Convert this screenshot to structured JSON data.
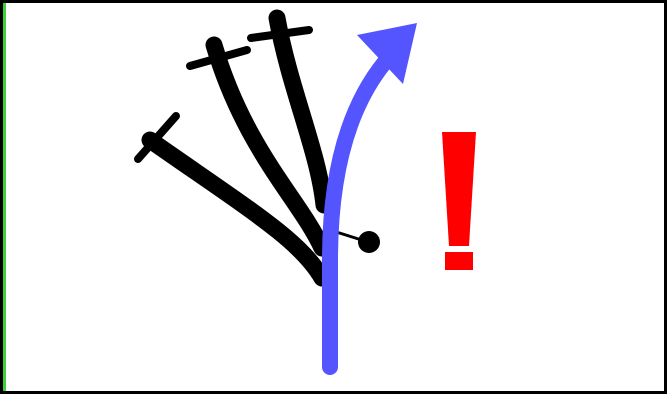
{
  "colors": {
    "frame": "#000000",
    "left_accent": "#3bd13b",
    "failed_paths": "#000000",
    "chosen_path": "#5555ff",
    "exclamation": "#ff0000",
    "junction": "#000000"
  },
  "diagram": {
    "failed_path_count": 3,
    "failed_path_end_marker": "crossbar-stop",
    "chosen_path_end_marker": "arrowhead",
    "junction_marker": "dot-on-stem",
    "exclamation_icon": "exclamation-mark"
  }
}
